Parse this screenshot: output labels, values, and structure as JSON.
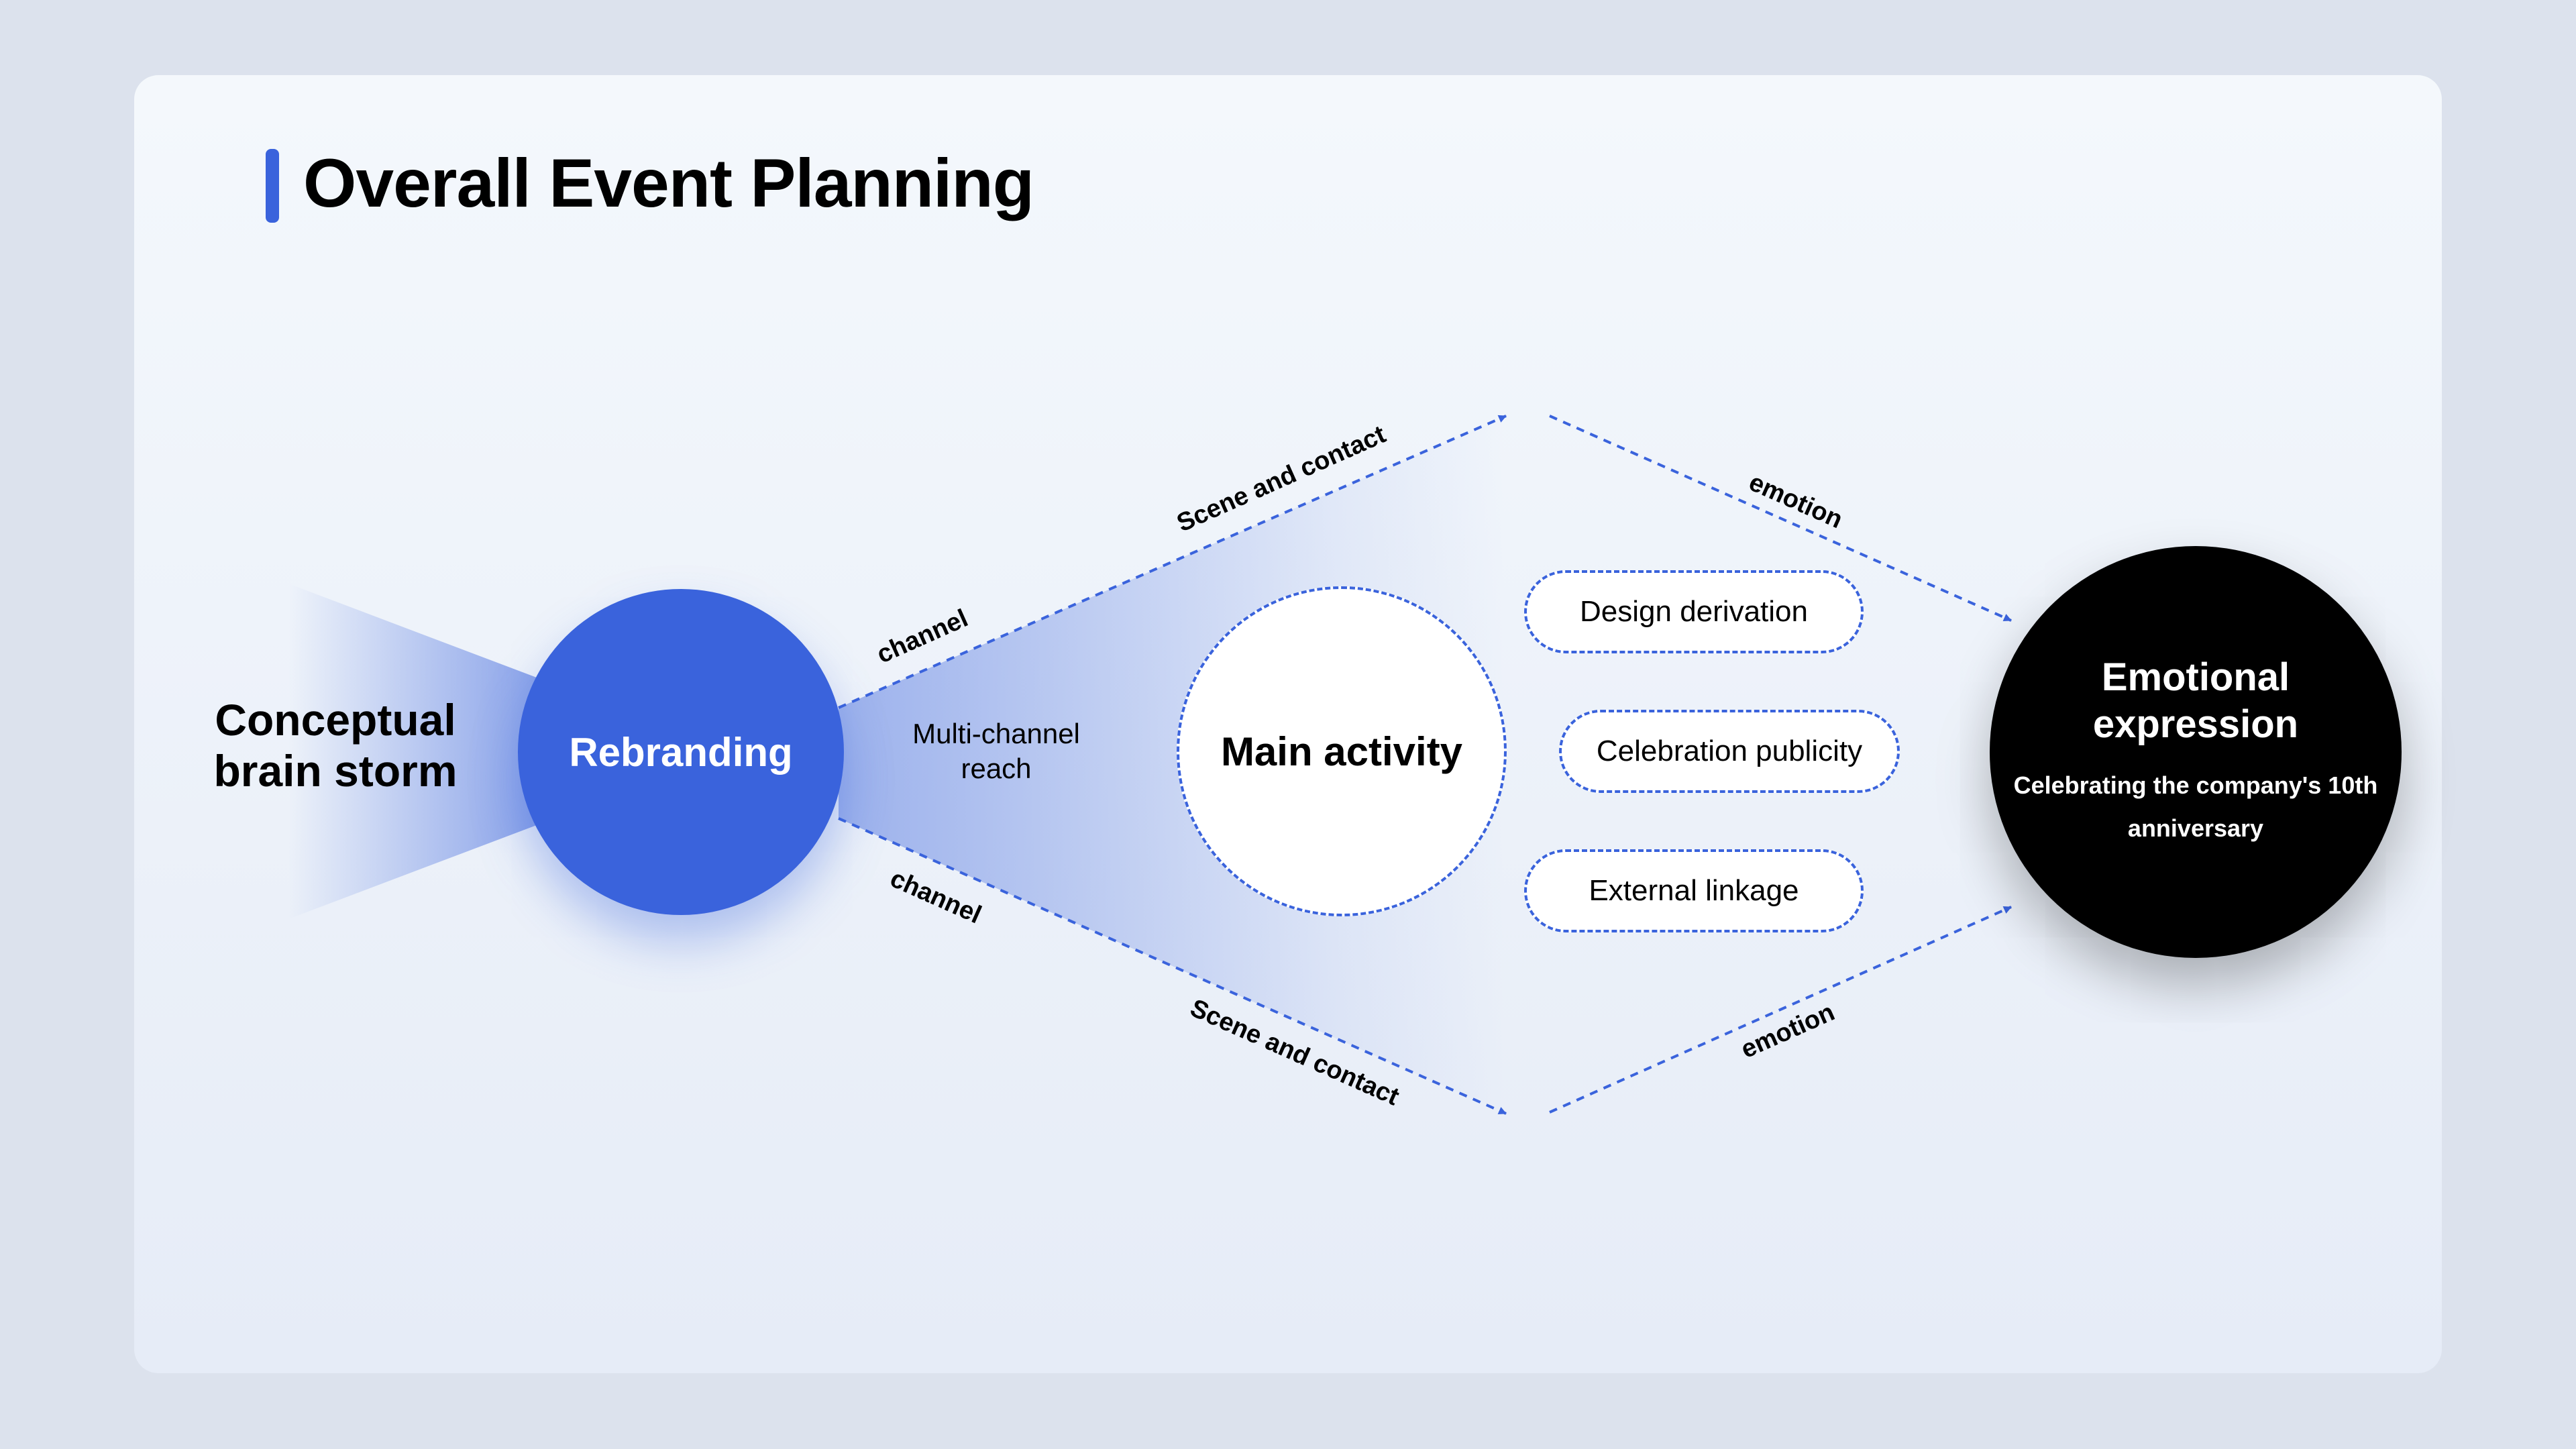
{
  "title": "Overall Event Planning",
  "colors": {
    "accent": "#3a63dc",
    "background": "#dce2ed",
    "card": "#f4f8fc",
    "dark": "#000000",
    "text": "#000000"
  },
  "nodes": {
    "source": "Conceptual\nbrain storm",
    "rebranding": "Rebranding",
    "multi_channel": "Multi-channel\nreach",
    "main_activity": "Main activity",
    "emotional_title": "Emotional\nexpression",
    "emotional_subtitle": "Celebrating the company's 10th\nanniversary"
  },
  "activities": [
    "Design derivation",
    "Celebration publicity",
    "External linkage"
  ],
  "edge_labels": {
    "channel_upper": "channel",
    "channel_lower": "channel",
    "scene_upper": "Scene and contact",
    "scene_lower": "Scene and contact",
    "emotion_upper": "emotion",
    "emotion_lower": "emotion"
  }
}
